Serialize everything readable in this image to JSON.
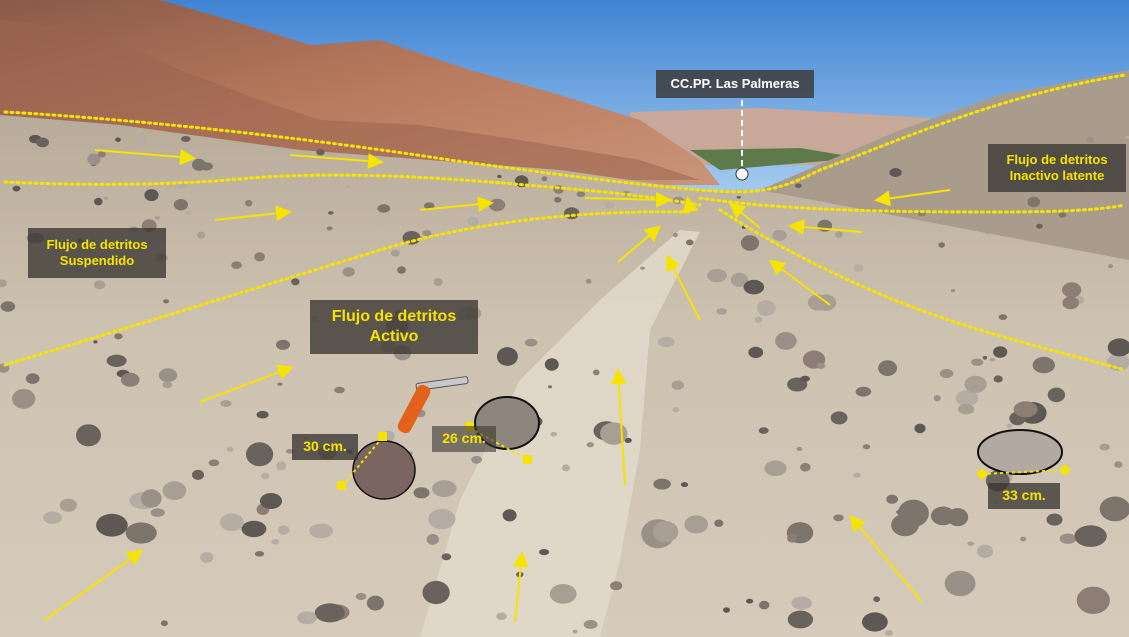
{
  "labels": {
    "place": "CC.PP. Las Palmeras",
    "inactive_line1": "Flujo de detritos",
    "inactive_line2": "Inactivo latente",
    "suspended_line1": "Flujo de detritos",
    "suspended_line2": "Suspendido",
    "active_line1": "Flujo de detritos",
    "active_line2": "Activo"
  },
  "measurements": {
    "boulder_a": "30 cm.",
    "boulder_b": "26 cm.",
    "boulder_c": "33 cm."
  },
  "colors": {
    "annotation_yellow": "#f5e400",
    "label_box": "#3a3632",
    "sky": "#4a8fd6",
    "mountain": "#b06e55",
    "ground": "#cfc3b2"
  }
}
